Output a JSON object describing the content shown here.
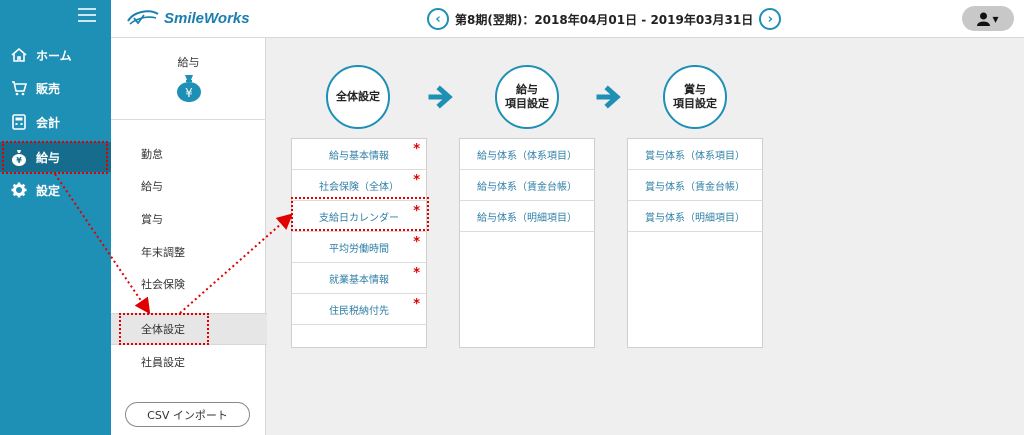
{
  "sidebar": {
    "items": [
      {
        "label": "ホーム",
        "icon": "home-icon"
      },
      {
        "label": "販売",
        "icon": "cart-icon"
      },
      {
        "label": "会計",
        "icon": "calculator-icon"
      },
      {
        "label": "給与",
        "icon": "moneybag-icon",
        "active": true
      },
      {
        "label": "設定",
        "icon": "gear-icon"
      }
    ]
  },
  "header": {
    "logo": "SmileWorks",
    "period": "第8期(翌期)：2018年04月01日 - 2019年03月31日",
    "prev_glyph": "‹",
    "next_glyph": "›",
    "user_glyph": "▾"
  },
  "submenu": {
    "title": "給与",
    "items": [
      "勤怠",
      "給与",
      "賞与",
      "年末調整",
      "社会保険",
      "全体設定",
      "社員設定"
    ],
    "active_index": 5,
    "csv_button": "CSV インポート"
  },
  "steps": [
    {
      "label_line1": "全体設定",
      "label_line2": ""
    },
    {
      "label_line1": "給与",
      "label_line2": "項目設定"
    },
    {
      "label_line1": "賞与",
      "label_line2": "項目設定"
    }
  ],
  "panels": [
    {
      "items": [
        {
          "label": "給与基本情報",
          "required": true
        },
        {
          "label": "社会保険（全体）",
          "required": true
        },
        {
          "label": "支給日カレンダー",
          "required": true
        },
        {
          "label": "平均労働時間",
          "required": true
        },
        {
          "label": "就業基本情報",
          "required": true
        },
        {
          "label": "住民税納付先",
          "required": true
        }
      ]
    },
    {
      "items": [
        {
          "label": "給与体系（体系項目）"
        },
        {
          "label": "給与体系（賃金台帳）"
        },
        {
          "label": "給与体系（明細項目）"
        }
      ]
    },
    {
      "items": [
        {
          "label": "賞与体系（体系項目）"
        },
        {
          "label": "賞与体系（賃金台帳）"
        },
        {
          "label": "賞与体系（明細項目）"
        }
      ]
    }
  ],
  "required_mark": "*",
  "colors": {
    "sidebar": "#1e8fb5",
    "sidebar_active": "#156c8c",
    "accent": "#1e8fb5",
    "link": "#2f7fa6",
    "highlight": "#e00000"
  }
}
